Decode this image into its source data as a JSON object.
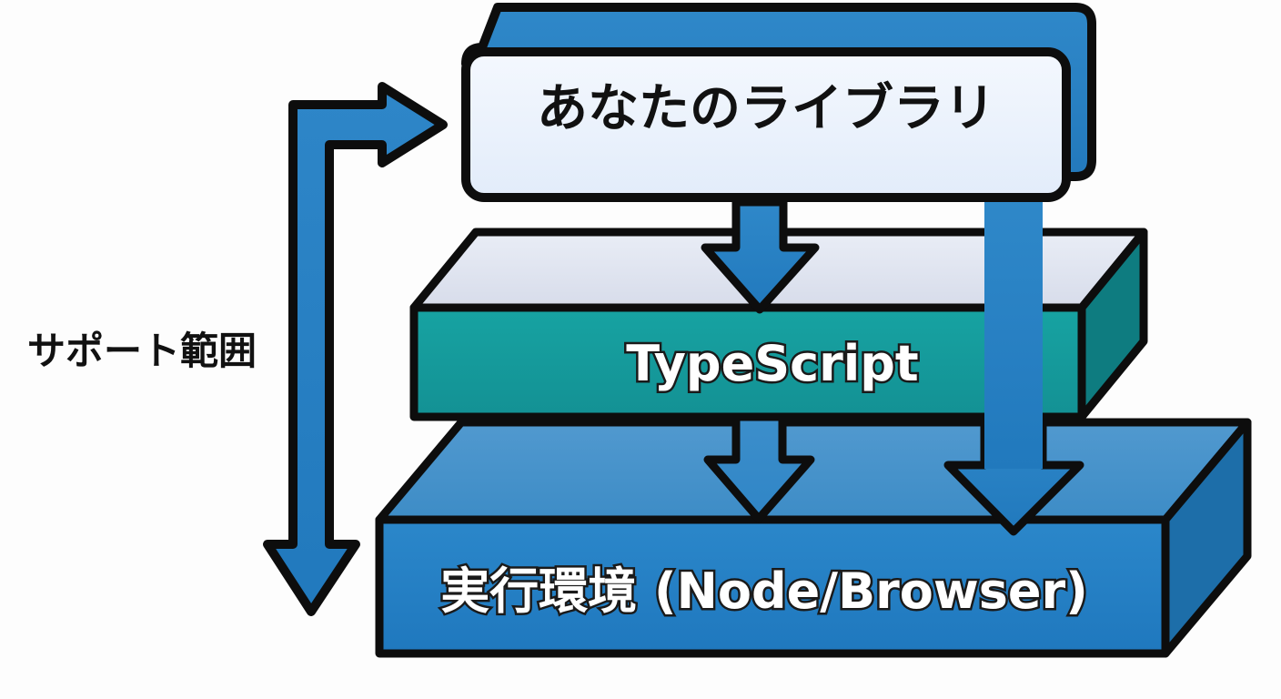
{
  "diagram": {
    "title": "TypeScript support scope layer diagram",
    "background_color": "#fdfdfd",
    "outline_color": "#0d0d0d",
    "side_label": {
      "text": "サポート範囲",
      "color": "#111111"
    },
    "layers": [
      {
        "id": "library",
        "label": "あなたのライブラリ",
        "shape": "rounded-slab",
        "face_color": "#eef4fd",
        "top_color": "#2a82c4",
        "text_color": "#111111"
      },
      {
        "id": "typescript",
        "label": "TypeScript",
        "shape": "isometric-slab",
        "face_color": "#159a9c",
        "top_color": "#dfe3ef",
        "text_color": "#ffffff"
      },
      {
        "id": "runtime",
        "label": "実行環境 (Node/Browser)",
        "shape": "isometric-slab",
        "face_color": "#2581c4",
        "top_color": "#4a93ca",
        "text_color": "#ffffff"
      }
    ],
    "arrows": [
      {
        "id": "library-to-typescript",
        "direction": "down",
        "color": "#2a82c4",
        "from": "library",
        "to": "typescript"
      },
      {
        "id": "typescript-to-runtime",
        "direction": "down",
        "color": "#3a8fcb",
        "from": "typescript",
        "to": "runtime"
      },
      {
        "id": "library-to-runtime-bypass",
        "direction": "down",
        "color": "#2a82c4",
        "from": "library",
        "to": "runtime"
      },
      {
        "id": "support-scope-bracket",
        "direction": "right-and-down",
        "color": "#2a82c4",
        "from": "support-scope",
        "to": "library-and-runtime"
      }
    ]
  }
}
